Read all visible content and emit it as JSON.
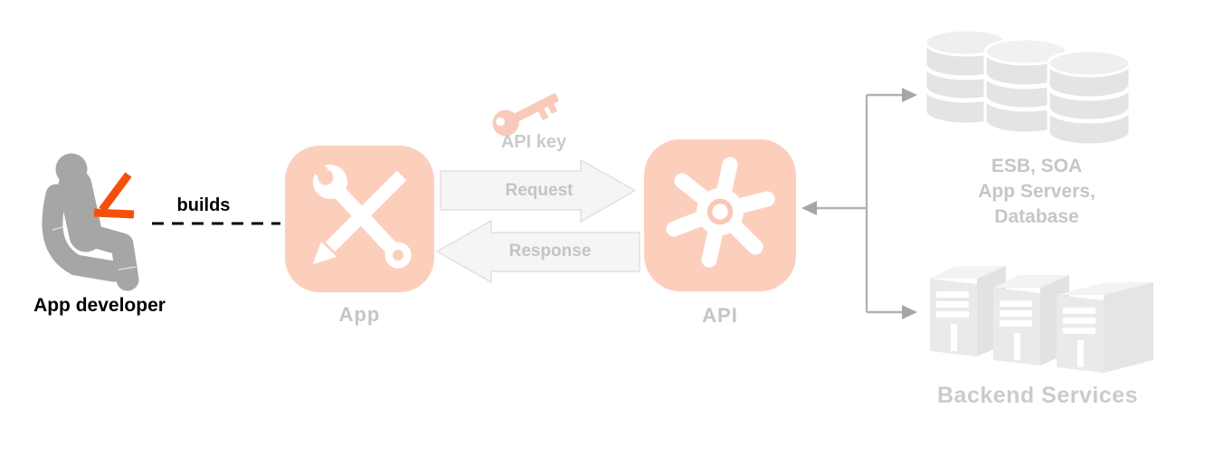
{
  "diagram": {
    "title_hidden": "",
    "actor": {
      "label": "App developer"
    },
    "builds_edge": {
      "label": "builds"
    },
    "app_node": {
      "label": "App"
    },
    "api_node": {
      "label": "API"
    },
    "api_key": {
      "label": "API key"
    },
    "request_arrow": {
      "label": "Request"
    },
    "response_arrow": {
      "label": "Response"
    },
    "middleware_node": {
      "lines": [
        "ESB, SOA",
        "App Servers,",
        "Database"
      ]
    },
    "backend_node": {
      "label": "Backend Services"
    }
  },
  "icons": {
    "app_developer": "person-sitting-with-laptop-icon",
    "laptop": "laptop-icon",
    "app": "wrench-and-pencil-icon",
    "api_key": "key-icon",
    "api": "gear-pinwheel-icon",
    "middleware": "database-cylinders-icon",
    "backend": "server-towers-icon",
    "request": "block-arrow-right-icon",
    "response": "block-arrow-left-icon",
    "fanout": "fan-out-connector-arrows"
  },
  "colors": {
    "accent_salmon": "#fccfbd",
    "key_salmon": "#f9c9bc",
    "laptop_orange": "#f4500c",
    "figure_gray": "#a6a6a6",
    "faded_text_gray": "#c5c5c5",
    "arrow_fill": "#f5f5f5",
    "arrow_border": "#e0e0e0",
    "connector_gray": "#b2b2b2",
    "shape_gray": "#e4e4e4",
    "text_black": "#000000",
    "background": "#ffffff"
  }
}
